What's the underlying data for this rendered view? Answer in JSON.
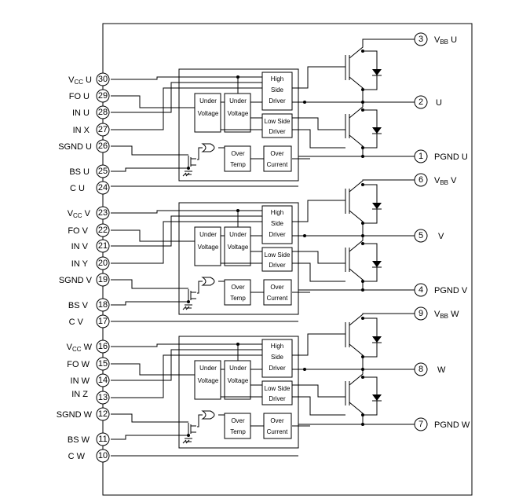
{
  "pins": {
    "p1": {
      "num": "1",
      "label": "PGND U"
    },
    "p2": {
      "num": "2",
      "label": "U"
    },
    "p3": {
      "num": "3",
      "label_main": "V",
      "label_sub": "BB",
      "label_tail": " U"
    },
    "p4": {
      "num": "4",
      "label": "PGND V"
    },
    "p5": {
      "num": "5",
      "label": "V"
    },
    "p6": {
      "num": "6",
      "label_main": "V",
      "label_sub": "BB",
      "label_tail": " V"
    },
    "p7": {
      "num": "7",
      "label": "PGND W"
    },
    "p8": {
      "num": "8",
      "label": "W"
    },
    "p9": {
      "num": "9",
      "label_main": "V",
      "label_sub": "BB",
      "label_tail": " W"
    },
    "p10": {
      "num": "10",
      "label": "C W"
    },
    "p11": {
      "num": "11",
      "label": "BS W"
    },
    "p12": {
      "num": "12",
      "label": "SGND W"
    },
    "p13": {
      "num": "13",
      "label": "IN Z"
    },
    "p14": {
      "num": "14",
      "label": "IN W"
    },
    "p15": {
      "num": "15",
      "label": "FO W"
    },
    "p16": {
      "num": "16",
      "label_main": "V",
      "label_sub": "CC",
      "label_tail": " W"
    },
    "p17": {
      "num": "17",
      "label": "C V"
    },
    "p18": {
      "num": "18",
      "label": "BS V"
    },
    "p19": {
      "num": "19",
      "label": "SGND V"
    },
    "p20": {
      "num": "20",
      "label": "IN Y"
    },
    "p21": {
      "num": "21",
      "label": "IN V"
    },
    "p22": {
      "num": "22",
      "label": "FO V"
    },
    "p23": {
      "num": "23",
      "label_main": "V",
      "label_sub": "CC",
      "label_tail": " V"
    },
    "p24": {
      "num": "24",
      "label": "C U"
    },
    "p25": {
      "num": "25",
      "label": "BS U"
    },
    "p26": {
      "num": "26",
      "label": "SGND U"
    },
    "p27": {
      "num": "27",
      "label": "IN X"
    },
    "p28": {
      "num": "28",
      "label": "IN U"
    },
    "p29": {
      "num": "29",
      "label": "FO U"
    },
    "p30": {
      "num": "30",
      "label_main": "V",
      "label_sub": "CC",
      "label_tail": " U"
    }
  },
  "blocks": {
    "high_side": [
      "High",
      "Side",
      "Driver"
    ],
    "low_side": [
      "Low Side",
      "Driver"
    ],
    "uvlo1": [
      "Under",
      "Voltage"
    ],
    "uvlo2": [
      "Under",
      "Voltage"
    ],
    "over_temp": [
      "Over",
      "Temp"
    ],
    "over_current": [
      "Over",
      "Current"
    ]
  }
}
